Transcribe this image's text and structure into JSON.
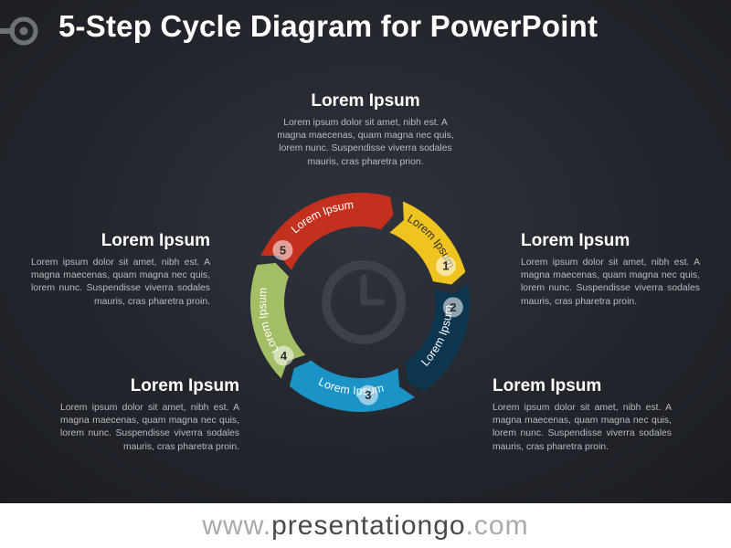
{
  "title": "5-Step Cycle Diagram for PowerPoint",
  "center_icon": "clock-icon",
  "steps": [
    {
      "number": "1",
      "label": "Lorem Ipsum",
      "color": "#f0c420"
    },
    {
      "number": "2",
      "label": "Lorem Ipsum",
      "color": "#0c3550"
    },
    {
      "number": "3",
      "label": "Lorem Ipsum",
      "color": "#1b93c6"
    },
    {
      "number": "4",
      "label": "Lorem Ipsum",
      "color": "#a3be64"
    },
    {
      "number": "5",
      "label": "Lorem Ipsum",
      "color": "#c4301e"
    }
  ],
  "blocks": {
    "top": {
      "heading": "Lorem Ipsum",
      "body": "Lorem ipsum dolor sit amet, nibh est. A magna maecenas, quam magna nec quis, lorem nunc. Suspendisse viverra sodales mauris, cras pharetra prion."
    },
    "right_upper": {
      "heading": "Lorem Ipsum",
      "body": "Lorem ipsum dolor sit amet, nibh est. A magna maecenas, quam magna nec quis, lorem nunc. Suspendisse viverra sodales mauris, cras pharetra proin."
    },
    "right_lower": {
      "heading": "Lorem Ipsum",
      "body": "Lorem ipsum dolor sit amet, nibh est. A magna maecenas, quam magna nec quis, lorem nunc. Suspendisse viverra sodales mauris, cras pharetra proin."
    },
    "left_lower": {
      "heading": "Lorem Ipsum",
      "body": "Lorem ipsum dolor sit amet, nibh est. A magna maecenas, quam magna nec quis, lorem nunc. Suspendisse viverra sodales mauris, cras pharetra proin."
    },
    "left_upper": {
      "heading": "Lorem Ipsum",
      "body": "Lorem ipsum dolor sit amet, nibh est. A magna maecenas, quam magna nec quis, lorem nunc. Suspendisse viverra sodales mauris, cras pharetra proin."
    }
  },
  "footer": {
    "prefix": "www.",
    "brand": "presentationgo",
    "suffix": ".com"
  }
}
